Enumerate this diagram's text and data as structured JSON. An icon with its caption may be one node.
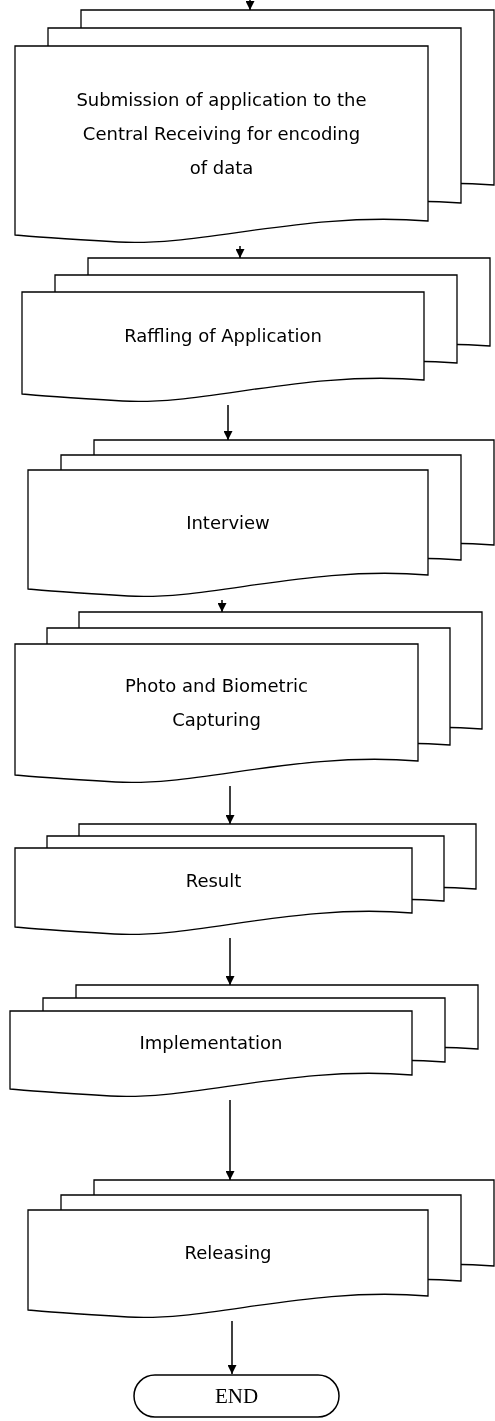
{
  "diagram": {
    "nodes": [
      {
        "text": [
          "Submission of application to the Central Receiving for encoding of data"
        ]
      },
      {
        "text": [
          "Raffling of Application"
        ]
      },
      {
        "text": [
          "Interview"
        ]
      },
      {
        "text": [
          "Photo and Biometric Capturing"
        ]
      },
      {
        "text": [
          "Result"
        ]
      },
      {
        "text": [
          "Implementation"
        ]
      },
      {
        "text": [
          "Releasing"
        ]
      },
      {
        "text": [
          "END"
        ]
      }
    ],
    "edges": [
      {
        "from": null,
        "to": 0,
        "arrow": "to"
      },
      {
        "from": 0,
        "to": 1,
        "arrow": "to"
      },
      {
        "from": 1,
        "to": 2,
        "arrow": "to"
      },
      {
        "from": 2,
        "to": 3,
        "arrow": "to"
      },
      {
        "from": 3,
        "to": 4,
        "arrow": "to"
      },
      {
        "from": 4,
        "to": 5,
        "arrow": "to"
      },
      {
        "from": 5,
        "to": 6,
        "arrow": "to"
      },
      {
        "from": 6,
        "to": 7,
        "arrow": "to"
      }
    ]
  }
}
